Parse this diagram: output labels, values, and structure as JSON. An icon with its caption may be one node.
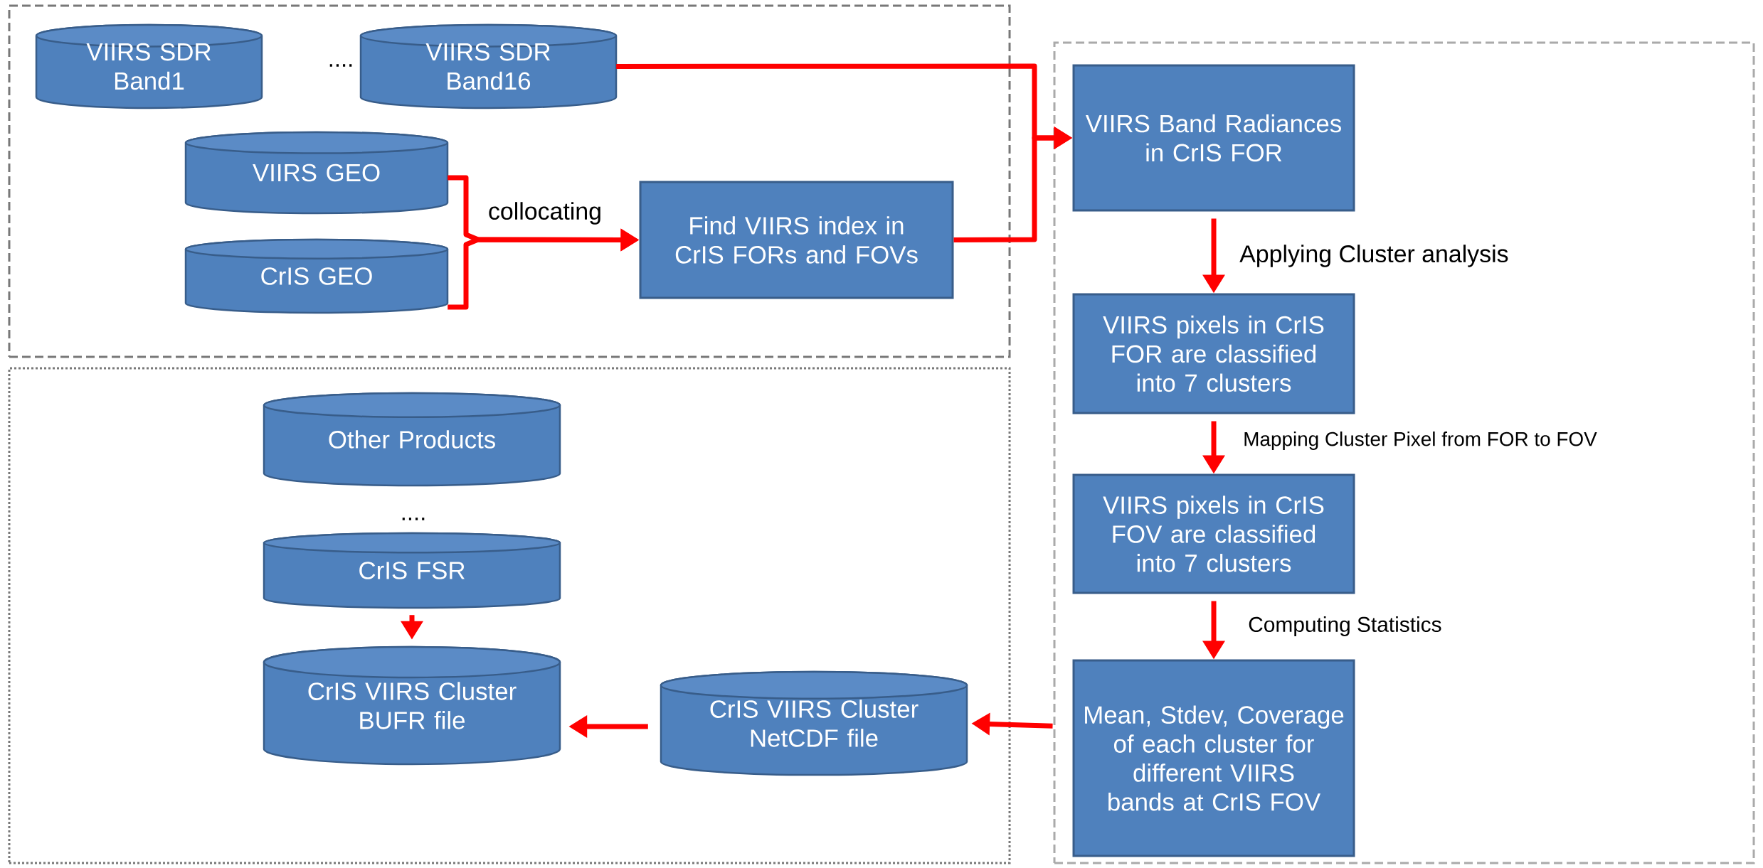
{
  "diagram": {
    "nodes": [
      {
        "text": [],
        "shape": "box"
      },
      {
        "text": [
          "VIIRS SDR Band1"
        ],
        "in": 0
      },
      {
        "text": [
          "VIIRS SDR Band16"
        ],
        "in": 0
      },
      {
        "text": [
          "VIIRS GEO"
        ],
        "in": 0
      },
      {
        "text": [
          "CrIS GEO"
        ],
        "in": 0
      },
      {
        "text": [
          "Find VIIRS index in CrIS FORs and FOVs"
        ],
        "in": 0
      },
      {
        "text": [],
        "shape": "box"
      },
      {
        "text": [
          "VIIRS Band Radiances in CrIS FOR"
        ],
        "in": 6
      },
      {
        "text": [
          "VIIRS pixels in CrIS FOR are classified into 7 clusters"
        ],
        "in": 6
      },
      {
        "text": [
          "VIIRS pixels in CrIS FOV are classified into 7 clusters"
        ],
        "in": 6
      },
      {
        "text": [
          "Mean, Stdev, Coverage of each cluster for different VIIRS bands at CrIS FOV"
        ],
        "in": 6
      },
      {
        "text": [],
        "shape": "box"
      },
      {
        "text": [
          "Other Products"
        ],
        "in": 11
      },
      {
        "text": [
          "CrIS FSR"
        ],
        "in": 11
      },
      {
        "text": [
          "CrIS VIIRS Cluster BUFR file"
        ],
        "in": 11
      },
      {
        "text": [
          "CrIS VIIRS Cluster NetCDF file"
        ],
        "in": 11
      }
    ],
    "edges": [
      {
        "from": 2,
        "to": 7,
        "arrow": "to"
      },
      {
        "from": 5,
        "to": 7,
        "arrow": "to"
      },
      {
        "from": 3,
        "to": 5,
        "arrow": "to",
        "label": "collocating"
      },
      {
        "from": 4,
        "to": 5,
        "arrow": "to"
      },
      {
        "from": 7,
        "to": 8,
        "arrow": "to",
        "label": "Applying Cluster analysis"
      },
      {
        "from": 8,
        "to": 9,
        "arrow": "to",
        "label": "Mapping Cluster Pixel from FOR to FOV"
      },
      {
        "from": 9,
        "to": 10,
        "arrow": "to",
        "label": "Computing Statistics"
      },
      {
        "from": 10,
        "to": 15,
        "arrow": "to"
      },
      {
        "from": 15,
        "to": 14,
        "arrow": "to"
      },
      {
        "from": 13,
        "to": 14,
        "arrow": "to"
      }
    ],
    "labels": [
      "....",
      "...."
    ]
  }
}
